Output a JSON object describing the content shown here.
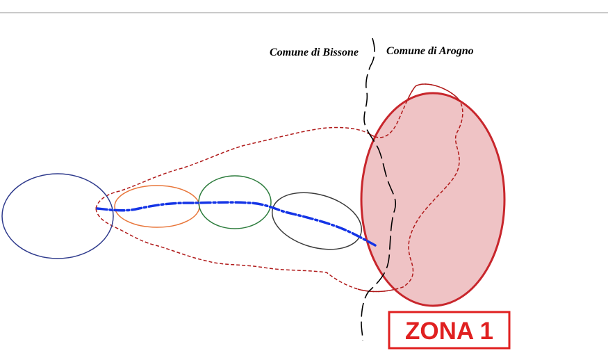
{
  "labels": {
    "commune_left": "Comune di Bissone",
    "commune_right": "Comune di Arogno",
    "zone": "ZONA 1"
  },
  "colors": {
    "top_rule": "#a0a0a0",
    "large_blue_ellipse": "#2e3a8c",
    "orange_ellipse": "#e8763a",
    "green_ellipse": "#2e7d3e",
    "dark_gray_ellipse": "#3a3a3a",
    "stream_line": "#1434e6",
    "zone_dashed_outline": "#b01a1a",
    "zone_ellipse_stroke": "#c8262c",
    "zone_ellipse_fill": "#efc3c5",
    "zone_label_border": "#e02020",
    "zone_label_text": "#e02020",
    "boundary_line": "#000000"
  }
}
